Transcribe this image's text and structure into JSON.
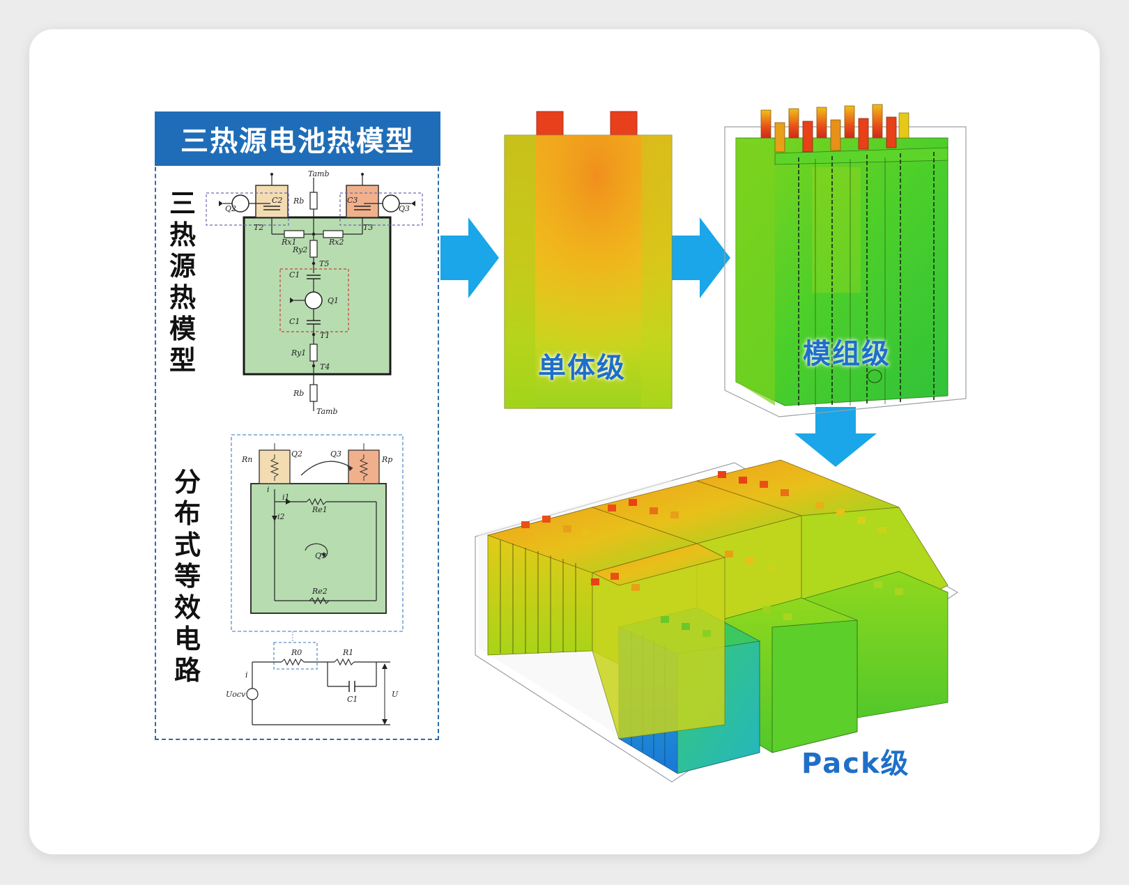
{
  "panel": {
    "title": "三热源电池热模型",
    "label_thermal": [
      "三",
      "热",
      "源",
      "热",
      "模",
      "型"
    ],
    "label_circuit": [
      "分",
      "布",
      "式",
      "等",
      "效",
      "电",
      "路"
    ]
  },
  "levels": {
    "cell": "单体级",
    "module": "模组级",
    "pack": "Pack级"
  },
  "circuit1": {
    "t_amb_top": "Tamb",
    "t_amb_bottom": "Tamb",
    "rb_top": "Rb",
    "rb_bottom": "Rb",
    "q1": "Q1",
    "q2": "Q2",
    "q3": "Q3",
    "c2": "C2",
    "c3": "C3",
    "c1a": "C1",
    "c1b": "C1",
    "t1": "T1",
    "t2": "T2",
    "t3": "T3",
    "t4": "T4",
    "t5": "T5",
    "rx1": "Rx1",
    "rx2": "Rx2",
    "ry1": "Ry1",
    "ry2": "Ry2"
  },
  "circuit2": {
    "rn": "Rn",
    "rp": "Rp",
    "q2": "Q2",
    "q3": "Q3",
    "i": "i",
    "i1": "i1",
    "i2": "i2",
    "re1": "Re1",
    "re2": "Re2",
    "q1": "Q1"
  },
  "circuit3": {
    "r0": "R0",
    "r1": "R1",
    "c1": "C1",
    "uocv": "Uocv",
    "u": "U",
    "i": "i"
  },
  "colors": {
    "arrow": "#1aa6e8",
    "header": "#1f6db8",
    "cell_green": "#9fd39a",
    "tab_red": "#e8401c"
  }
}
